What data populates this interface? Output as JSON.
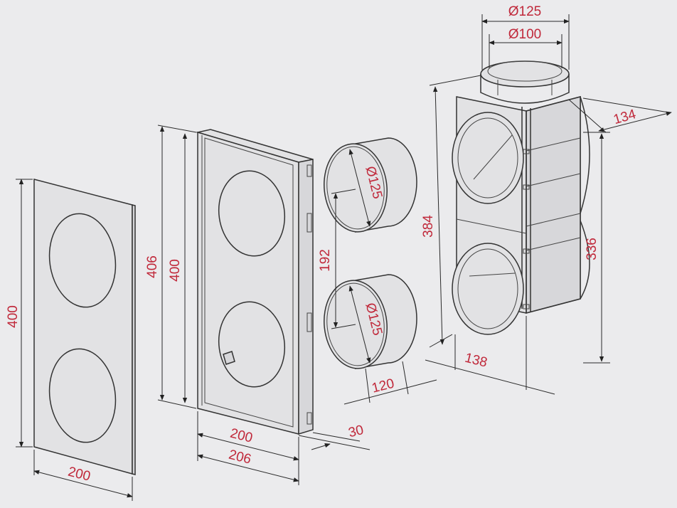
{
  "dimensions": {
    "cover_plate_height": "400",
    "cover_plate_width": "200",
    "frame_outer_height": "406",
    "frame_inner_height": "400",
    "frame_inner_width": "200",
    "frame_outer_width": "206",
    "frame_depth": "30",
    "ring_diameter_top": "Ø125",
    "ring_diameter_bottom": "Ø125",
    "ring_spacing": "192",
    "ring_depth": "120",
    "box_outer_collar": "Ø125",
    "box_inner_collar": "Ø100",
    "box_depth_top": "134",
    "box_total_height": "384",
    "box_body_height": "336",
    "box_base_depth": "138"
  },
  "colors": {
    "dimension_text": "#c0283a",
    "line": "#333333",
    "background": "#ebebed"
  }
}
